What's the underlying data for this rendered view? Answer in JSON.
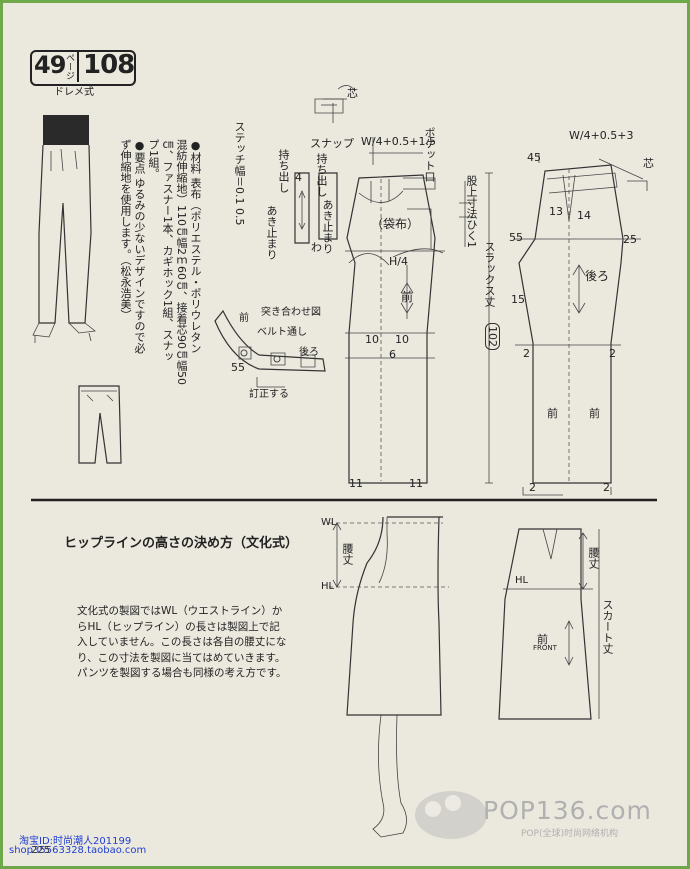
{
  "header": {
    "page_num": "49",
    "page_label": "ページ",
    "model_num": "108",
    "style": "ドレメ式"
  },
  "material_text": [
    "●材料 表布（ポリエステル・ポリウレタン",
    "混紡伸縮地）110㎝幅2ｍ60㎝、接着芯90㎝幅50",
    "㎝、ファスナー1本、カギホック1組、スナッ",
    "プ1組。",
    "●要点 ゆるみの少ないデザインですので必",
    "ず伸縮地を使用します。（松永浩美）"
  ],
  "pattern_labels": {
    "stitch_width": "ステッチ幅＝0.1 0.5",
    "mochidashi_left": "持ち出し",
    "mochidashi_right": "持ち出し",
    "akidomari_left": "あき止まり",
    "akidomari_right": "あき止まり",
    "snap": "スナップ",
    "pocket_mouth": "ポケット口",
    "fukuro": "（袋布）",
    "mae": "前",
    "ushiro": "後ろ",
    "mae2": "前",
    "mae3": "前",
    "crotch_length": "股上寸法ひく1",
    "slacks_length": "スラックス丈",
    "slacks_value": "102",
    "shin_top": "芯",
    "shin_right": "芯",
    "w_left": "W/4+0.5+1.5",
    "w_right": "W/4+0.5+3",
    "h_label": "H/4",
    "tsukiawase": "突き合わせ図",
    "belt_toshi": "ベルト通し",
    "teisei": "訂正する",
    "ushiro_small": "後ろ",
    "mae_small": "前",
    "wa": "わ",
    "n55": "55",
    "n4": "4",
    "n11a": "11",
    "n11b": "11",
    "n10a": "10",
    "n10b": "10",
    "n6": "6",
    "n2a": "2",
    "n2b": "2",
    "n2c": "2",
    "n2d": "2",
    "n15": "15",
    "n25": "25",
    "n55b": "55",
    "n45": "45",
    "n14": "14",
    "n13": "13"
  },
  "section2": {
    "title": "ヒップラインの高さの決め方（文化式）",
    "body": [
      "文化式の製図ではWL（ウエストライン）か",
      "らHL（ヒップライン）の長さは製図上で記",
      "入していません。この長さは各自の腰丈にな",
      "り、この寸法を製図に当てはめていきます。",
      "パンツを製図する場合も同様の考え方です。"
    ],
    "wl": "WL",
    "hl": "HL",
    "hl2": "HL",
    "koshitake": "腰丈",
    "koshitake2": "腰丈",
    "skirt_length": "スカート丈",
    "front_jp": "前",
    "front_en": "FRONT"
  },
  "watermark": {
    "logo": "POP136.com",
    "sub": "POP(全球)时尚网络机构"
  },
  "footer": {
    "line1": "淘宝ID:时尚潮人201199",
    "line2": "shop35563328.taobao.com",
    "page": "225"
  }
}
